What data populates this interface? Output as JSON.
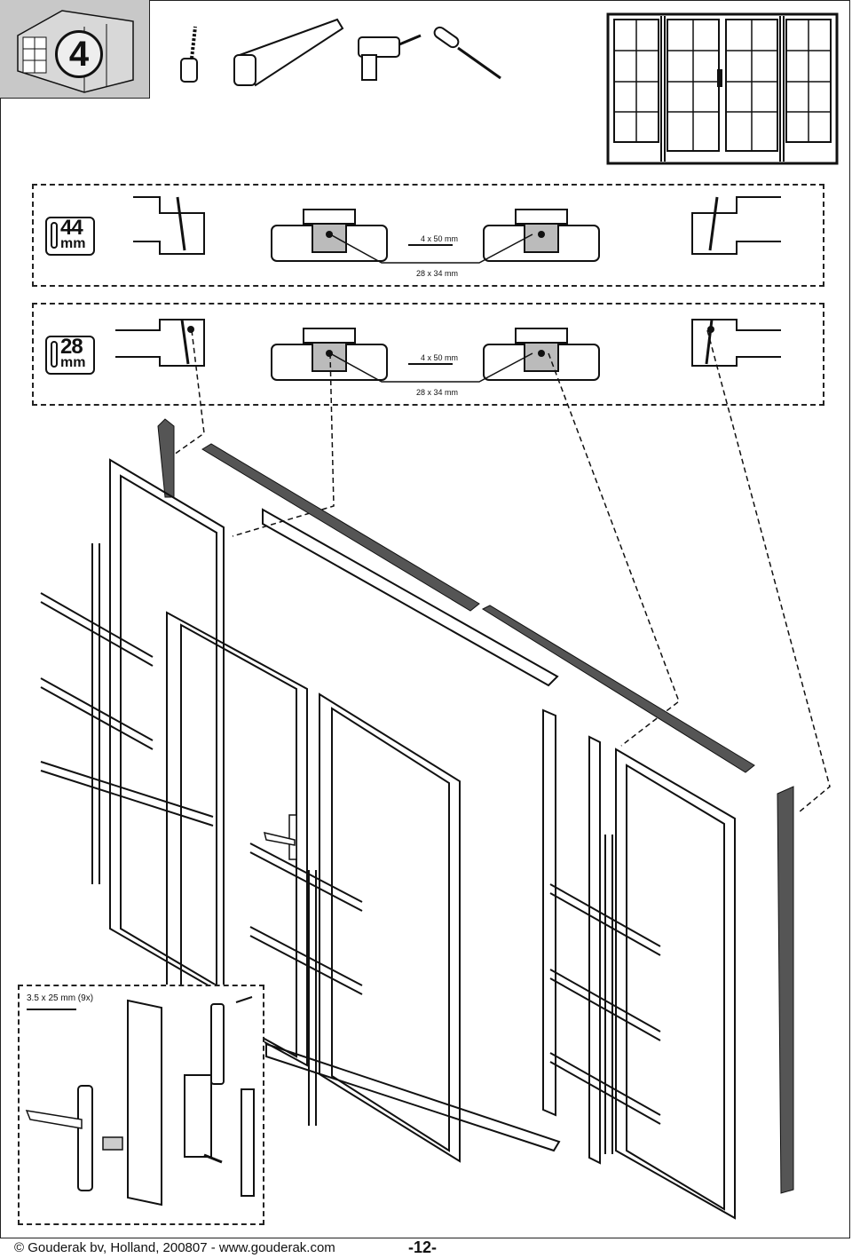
{
  "step": {
    "number": "4"
  },
  "tools": [
    "tape-measure-icon",
    "saw-icon",
    "drill-icon",
    "screwdriver-icon"
  ],
  "panels": [
    {
      "thickness": "44",
      "unit": "mm",
      "screw_label": "4 x 50 mm",
      "profile_label": "28 x 34 mm"
    },
    {
      "thickness": "28",
      "unit": "mm",
      "screw_label": "4 x 50 mm",
      "profile_label": "28 x 34 mm"
    }
  ],
  "hardware": {
    "screw_label": "3.5 x 25 mm (9x)"
  },
  "footer": {
    "copyright": "© Gouderak bv, Holland, 200807  -  www.gouderak.com",
    "page": "-12-"
  },
  "colors": {
    "line": "#111111",
    "shade": "#c8c8c8",
    "dark_beam": "#555555"
  }
}
